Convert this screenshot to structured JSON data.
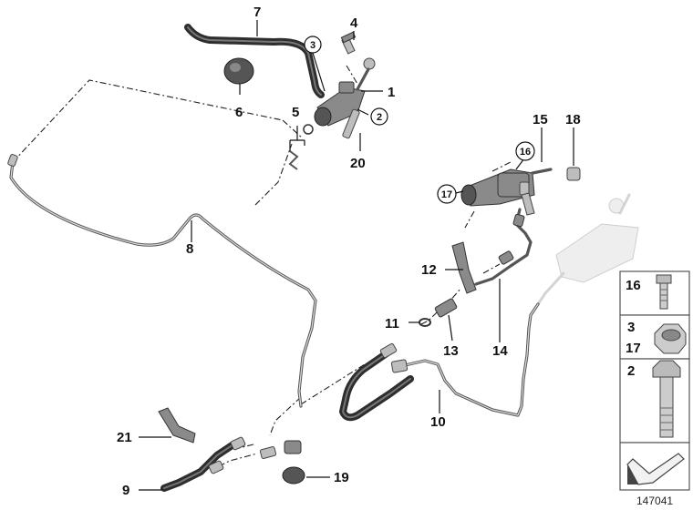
{
  "labels": {
    "p1": "1",
    "p2": "2",
    "p3": "3",
    "p4": "4",
    "p5": "5",
    "p6": "6",
    "p7": "7",
    "p8": "8",
    "p9": "9",
    "p10": "10",
    "p11": "11",
    "p12": "12",
    "p13": "13",
    "p14": "14",
    "p15": "15",
    "p16": "16",
    "p17": "17",
    "p18": "18",
    "p19": "19",
    "p20": "20",
    "p21": "21"
  },
  "legend": {
    "row1": "16",
    "row2a": "3",
    "row2b": "17",
    "row3": "2"
  },
  "reference_number": "147041"
}
